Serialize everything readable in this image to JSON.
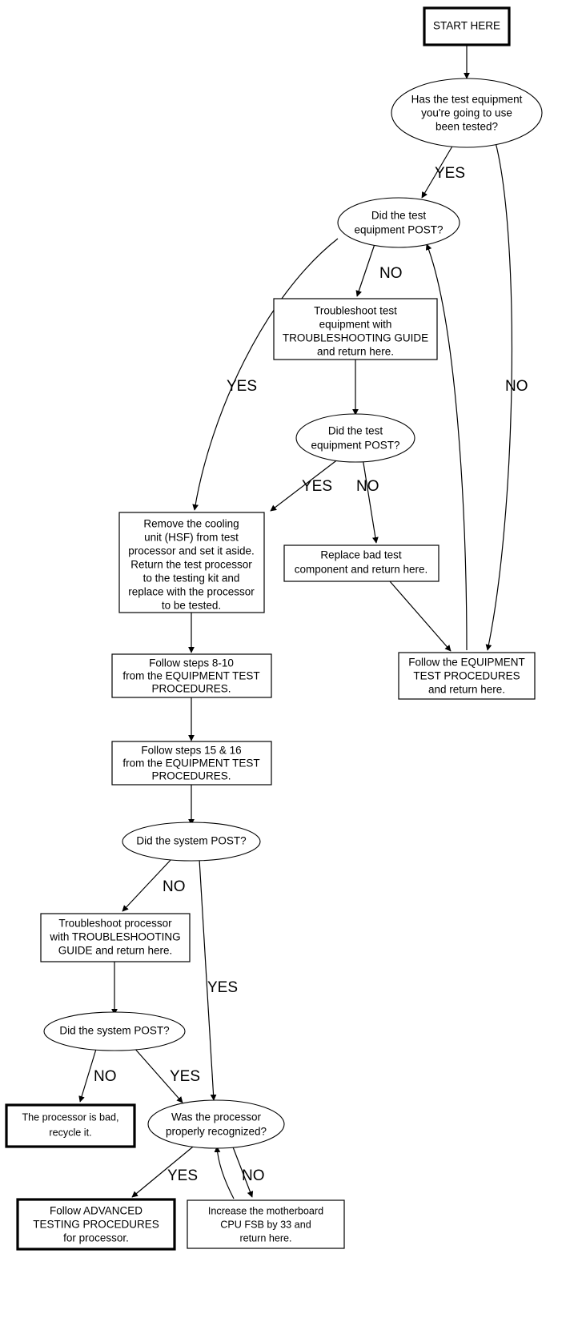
{
  "chart_data": {
    "type": "diagram",
    "title": "Processor Testing Troubleshooting Flowchart",
    "diagram_kind": "flowchart",
    "nodes": [
      {
        "id": "start",
        "shape": "terminal-box",
        "lines": [
          "START HERE"
        ]
      },
      {
        "id": "q_tested",
        "shape": "ellipse",
        "lines": [
          "Has the test equipment",
          "you're going to use",
          "been tested?"
        ]
      },
      {
        "id": "q_post1",
        "shape": "ellipse",
        "lines": [
          "Did the test",
          "equipment POST?"
        ]
      },
      {
        "id": "troubleshoot_equip",
        "shape": "box",
        "lines": [
          "Troubleshoot test",
          "equipment with",
          "TROUBLESHOOTING GUIDE",
          "and return here."
        ]
      },
      {
        "id": "q_post2",
        "shape": "ellipse",
        "lines": [
          "Did the test",
          "equipment POST?"
        ]
      },
      {
        "id": "replace_bad",
        "shape": "box",
        "lines": [
          "Replace bad test",
          "component and return here."
        ]
      },
      {
        "id": "equip_test_proc",
        "shape": "box",
        "lines": [
          "Follow the EQUIPMENT",
          "TEST PROCEDURES",
          "and return here."
        ]
      },
      {
        "id": "remove_hsf",
        "shape": "box",
        "lines": [
          "Remove the cooling",
          "unit (HSF) from test",
          "processor and set it aside.",
          "Return the test processor",
          "to the testing kit and",
          "replace with the processor",
          "to be tested."
        ]
      },
      {
        "id": "steps_8_10",
        "shape": "box",
        "lines": [
          "Follow steps 8-10",
          "from the EQUIPMENT TEST",
          "PROCEDURES."
        ]
      },
      {
        "id": "steps_15_16",
        "shape": "box",
        "lines": [
          "Follow steps 15 & 16",
          "from the EQUIPMENT TEST",
          "PROCEDURES."
        ]
      },
      {
        "id": "q_sys_post1",
        "shape": "ellipse",
        "lines": [
          "Did the system POST?"
        ]
      },
      {
        "id": "troubleshoot_proc",
        "shape": "box",
        "lines": [
          "Troubleshoot processor",
          "with TROUBLESHOOTING",
          "GUIDE and return here."
        ]
      },
      {
        "id": "q_sys_post2",
        "shape": "ellipse",
        "lines": [
          "Did the system POST?"
        ]
      },
      {
        "id": "proc_bad",
        "shape": "terminal-box",
        "lines": [
          "The processor is bad,",
          "recycle it."
        ]
      },
      {
        "id": "q_recognized",
        "shape": "ellipse",
        "lines": [
          "Was the processor",
          "properly recognized?"
        ]
      },
      {
        "id": "advanced_proc",
        "shape": "terminal-box",
        "lines": [
          "Follow ADVANCED",
          "TESTING PROCEDURES",
          "for processor."
        ]
      },
      {
        "id": "increase_fsb",
        "shape": "box",
        "lines": [
          "Increase the motherboard",
          "CPU FSB by 33 and",
          "return here."
        ]
      }
    ],
    "edges": [
      {
        "from": "start",
        "to": "q_tested",
        "label": ""
      },
      {
        "from": "q_tested",
        "to": "q_post1",
        "label": "YES"
      },
      {
        "from": "q_tested",
        "to": "equip_test_proc",
        "label": "NO"
      },
      {
        "from": "q_post1",
        "to": "troubleshoot_equip",
        "label": "NO"
      },
      {
        "from": "q_post1",
        "to": "remove_hsf",
        "label": "YES"
      },
      {
        "from": "troubleshoot_equip",
        "to": "q_post2",
        "label": ""
      },
      {
        "from": "q_post2",
        "to": "remove_hsf",
        "label": "YES"
      },
      {
        "from": "q_post2",
        "to": "replace_bad",
        "label": "NO"
      },
      {
        "from": "replace_bad",
        "to": "equip_test_proc",
        "label": ""
      },
      {
        "from": "equip_test_proc",
        "to": "q_post1",
        "label": ""
      },
      {
        "from": "remove_hsf",
        "to": "steps_8_10",
        "label": ""
      },
      {
        "from": "steps_8_10",
        "to": "steps_15_16",
        "label": ""
      },
      {
        "from": "steps_15_16",
        "to": "q_sys_post1",
        "label": ""
      },
      {
        "from": "q_sys_post1",
        "to": "troubleshoot_proc",
        "label": "NO"
      },
      {
        "from": "q_sys_post1",
        "to": "q_recognized",
        "label": "YES"
      },
      {
        "from": "troubleshoot_proc",
        "to": "q_sys_post2",
        "label": ""
      },
      {
        "from": "q_sys_post2",
        "to": "proc_bad",
        "label": "NO"
      },
      {
        "from": "q_sys_post2",
        "to": "q_recognized",
        "label": "YES"
      },
      {
        "from": "q_recognized",
        "to": "advanced_proc",
        "label": "YES"
      },
      {
        "from": "q_recognized",
        "to": "increase_fsb",
        "label": "NO"
      },
      {
        "from": "increase_fsb",
        "to": "q_recognized",
        "label": ""
      }
    ],
    "colors": {
      "background": "#ffffff",
      "stroke": "#000000",
      "text": "#000000"
    }
  },
  "nodes": {
    "start": {
      "l0": "START HERE"
    },
    "q_tested": {
      "l0": "Has the test equipment",
      "l1": "you're going to use",
      "l2": "been tested?"
    },
    "q_post1": {
      "l0": "Did the test",
      "l1": "equipment POST?"
    },
    "troubleshoot_equip": {
      "l0": "Troubleshoot test",
      "l1": "equipment with",
      "l2": "TROUBLESHOOTING GUIDE",
      "l3": "and return here."
    },
    "q_post2": {
      "l0": "Did the test",
      "l1": "equipment POST?"
    },
    "replace_bad": {
      "l0": "Replace bad test",
      "l1": "component and return here."
    },
    "equip_test_proc": {
      "l0": "Follow the EQUIPMENT",
      "l1": "TEST PROCEDURES",
      "l2": "and return here."
    },
    "remove_hsf": {
      "l0": "Remove the cooling",
      "l1": "unit (HSF) from test",
      "l2": "processor and set it aside.",
      "l3": "Return the test processor",
      "l4": "to the testing kit and",
      "l5": "replace with the processor",
      "l6": "to be tested."
    },
    "steps_8_10": {
      "l0": "Follow steps 8-10",
      "l1": "from the EQUIPMENT TEST",
      "l2": "PROCEDURES."
    },
    "steps_15_16": {
      "l0": "Follow steps 15 & 16",
      "l1": "from the EQUIPMENT TEST",
      "l2": "PROCEDURES."
    },
    "q_sys_post1": {
      "l0": "Did the system POST?"
    },
    "troubleshoot_proc": {
      "l0": "Troubleshoot processor",
      "l1": "with TROUBLESHOOTING",
      "l2": "GUIDE and return here."
    },
    "q_sys_post2": {
      "l0": "Did the system POST?"
    },
    "proc_bad": {
      "l0": "The processor is bad,",
      "l1": "recycle it."
    },
    "q_recognized": {
      "l0": "Was the processor",
      "l1": "properly recognized?"
    },
    "advanced_proc": {
      "l0": "Follow ADVANCED",
      "l1": "TESTING PROCEDURES",
      "l2": "for processor."
    },
    "increase_fsb": {
      "l0": "Increase the motherboard",
      "l1": "CPU FSB by 33 and",
      "l2": "return here."
    }
  },
  "labels": {
    "tested_yes": "YES",
    "tested_no": "NO",
    "post1_no": "NO",
    "post1_yes": "YES",
    "post2_yes": "YES",
    "post2_no": "NO",
    "sys1_no": "NO",
    "sys1_yes": "YES",
    "sys2_no": "NO",
    "sys2_yes": "YES",
    "recog_yes": "YES",
    "recog_no": "NO"
  }
}
